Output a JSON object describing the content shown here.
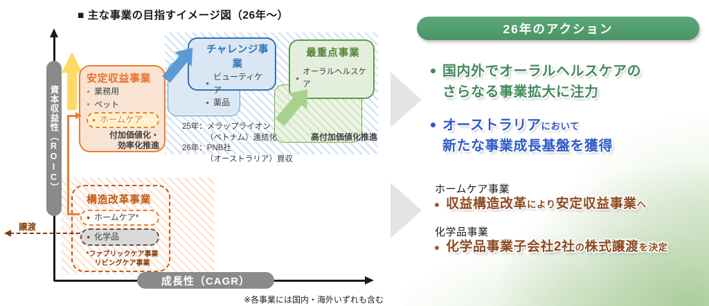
{
  "title": "■ 主な事業の目指すイメージ図（26年～）",
  "diagram": {
    "y_axis_label": "資本収益性（ROIC）",
    "x_axis_label": "成長性（CAGR）",
    "footnote": "※各事業には国内・海外いずれも含む",
    "transfer_label": "譲渡",
    "stable_box": {
      "title": "安定収益事業",
      "items": [
        "業務用",
        "ペット"
      ],
      "oval_item": "ホームケア",
      "note_line1": "付加価値化・",
      "note_line2": "効率化推進"
    },
    "challenge_box": {
      "title": "チャレンジ事業",
      "items": [
        "ビューティケア",
        "薬品"
      ],
      "note_lines": [
        "25年：メラップライオン",
        "（ベトナム）連結化",
        "26年：PNB社",
        "（オーストラリア）買収"
      ]
    },
    "priority_box": {
      "title": "最重点事業",
      "item": "オーラルヘルスケア",
      "note": "高付加価値化推進"
    },
    "reform_box": {
      "title": "構造改革事業",
      "oval_item1": "ホームケア*",
      "oval_item2": "化学品",
      "footnote_line1": "*ファブリックケア事業",
      "footnote_line2": "リビングケア事業"
    }
  },
  "action_panel": {
    "header": "26年のアクション",
    "bullet1_line1": "国内外でオーラルヘルスケアの",
    "bullet1_line2": "さらなる事業拡大に注力",
    "bullet2_emph": "オーストラリア",
    "bullet2_small": "において",
    "bullet2_line2": "新たな事業成長基盤を獲得",
    "section1_label": "ホームケア事業",
    "section1_emph1": "収益構造改革",
    "section1_small1": "により",
    "section1_emph2": "安定収益事業",
    "section1_small2": "へ",
    "section2_label": "化学品事業",
    "section2_emph1": "化学品事業子会社2社",
    "section2_small1": "の",
    "section2_emph2": "株式譲渡",
    "section2_small2": "を決定"
  },
  "colors": {
    "accent_orange": "#ED7D31",
    "accent_brown": "#843C0C",
    "accent_blue": "#2E74B5",
    "accent_green": "#538135",
    "action_green": "#4A9467",
    "text_green": "#418A5C",
    "text_blue": "#2F5BC7",
    "text_brown": "#8C4B21",
    "axis_gray": "#8a8a8a"
  }
}
